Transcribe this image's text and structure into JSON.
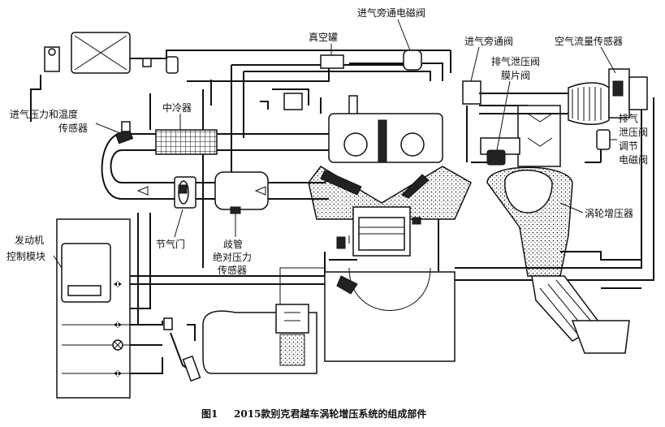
{
  "labels": {
    "bypass_solenoid": "进气旁通电磁阀",
    "vacuum_tank": "真空罐",
    "bypass_valve": "进气旁通阀",
    "maf_sensor": "空气流量传感器",
    "wastegate_diaphragm_1": "排气泄压阀",
    "wastegate_diaphragm_2": "膜片阀",
    "intake_pt_sensor_1": "进气压力和温度",
    "intake_pt_sensor_2": "传感器",
    "intercooler": "中冷器",
    "wastegate_solenoid_1": "排气",
    "wastegate_solenoid_2": "泄压阀",
    "wastegate_solenoid_3": "调节",
    "wastegate_solenoid_4": "电磁阀",
    "turbocharger": "涡轮增压器",
    "ecm_1": "发动机",
    "ecm_2": "控制模块",
    "throttle": "节气门",
    "map_sensor_1": "歧管",
    "map_sensor_2": "绝对压力",
    "map_sensor_3": "传感器"
  },
  "caption": {
    "number": "图1",
    "title": "2015款别克君越车涡轮增压系统的组成部件"
  },
  "colors": {
    "line": "#111111",
    "background": "#ffffff",
    "fill": "#ffffff"
  }
}
